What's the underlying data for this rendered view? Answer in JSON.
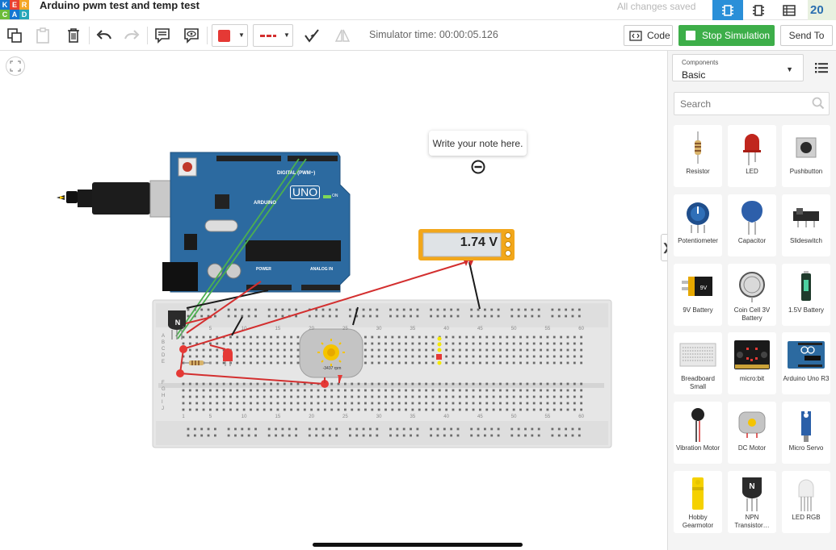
{
  "logo": {
    "letters": [
      "K",
      "E",
      "R",
      "C",
      "A",
      "D"
    ]
  },
  "header": {
    "title": "Arduino pwm test and temp test",
    "saved_status": "All changes saved",
    "avatar_text": "20"
  },
  "toolbar": {
    "simulator_time": "Simulator time: 00:00:05.126",
    "code_label": "Code",
    "stop_label": "Stop Simulation",
    "send_label": "Send To",
    "fill_color": "#e53935",
    "line_color": "#d32f2f"
  },
  "canvas": {
    "note_text": "Write your note here.",
    "multimeter_reading": "1.74 V",
    "motor_rpm": "-3437 rpm",
    "transistor_label": "N",
    "arduino": {
      "brand": "ARDUINO",
      "model": "UNO",
      "digital_label": "DIGITAL (PWM~)",
      "power_label": "POWER",
      "analog_label": "ANALOG IN",
      "on_label": "ON"
    },
    "breadboard": {
      "column_numbers": [
        "1",
        "5",
        "10",
        "15",
        "20",
        "25",
        "30",
        "35",
        "40",
        "45",
        "50",
        "55",
        "60"
      ],
      "row_letters_top": [
        "A",
        "B",
        "C",
        "D",
        "E"
      ],
      "row_letters_bottom": [
        "F",
        "G",
        "H",
        "I",
        "J"
      ]
    }
  },
  "panel": {
    "components_label": "Components",
    "category": "Basic",
    "search_placeholder": "Search",
    "tiles": [
      {
        "name": "Resistor",
        "icon": "resistor-icon"
      },
      {
        "name": "LED",
        "icon": "led-icon"
      },
      {
        "name": "Pushbutton",
        "icon": "pushbutton-icon"
      },
      {
        "name": "Potentiometer",
        "icon": "potentiometer-icon"
      },
      {
        "name": "Capacitor",
        "icon": "capacitor-icon"
      },
      {
        "name": "Slideswitch",
        "icon": "slideswitch-icon"
      },
      {
        "name": "9V Battery",
        "icon": "battery-9v-icon"
      },
      {
        "name": "Coin Cell 3V Battery",
        "icon": "coin-cell-icon"
      },
      {
        "name": "1.5V Battery",
        "icon": "battery-aa-icon"
      },
      {
        "name": "Breadboard Small",
        "icon": "breadboard-icon"
      },
      {
        "name": "micro:bit",
        "icon": "microbit-icon"
      },
      {
        "name": "Arduino Uno R3",
        "icon": "arduino-icon"
      },
      {
        "name": "Vibration Motor",
        "icon": "vibration-motor-icon"
      },
      {
        "name": "DC Motor",
        "icon": "dc-motor-icon"
      },
      {
        "name": "Micro Servo",
        "icon": "servo-icon"
      },
      {
        "name": "Hobby Gearmotor",
        "icon": "gearmotor-icon"
      },
      {
        "name": "NPN Transistor…",
        "icon": "npn-transistor-icon"
      },
      {
        "name": "LED RGB",
        "icon": "led-rgb-icon"
      }
    ],
    "battery_9v_label": "9V",
    "npn_label": "N"
  },
  "colors": {
    "accent_blue": "#2a8fd8",
    "stop_green": "#3dae49",
    "arduino_blue": "#2c6aa0",
    "multimeter_yellow": "#f2a71b",
    "wire_red": "#d32f2f",
    "wire_green": "#4caf50"
  }
}
